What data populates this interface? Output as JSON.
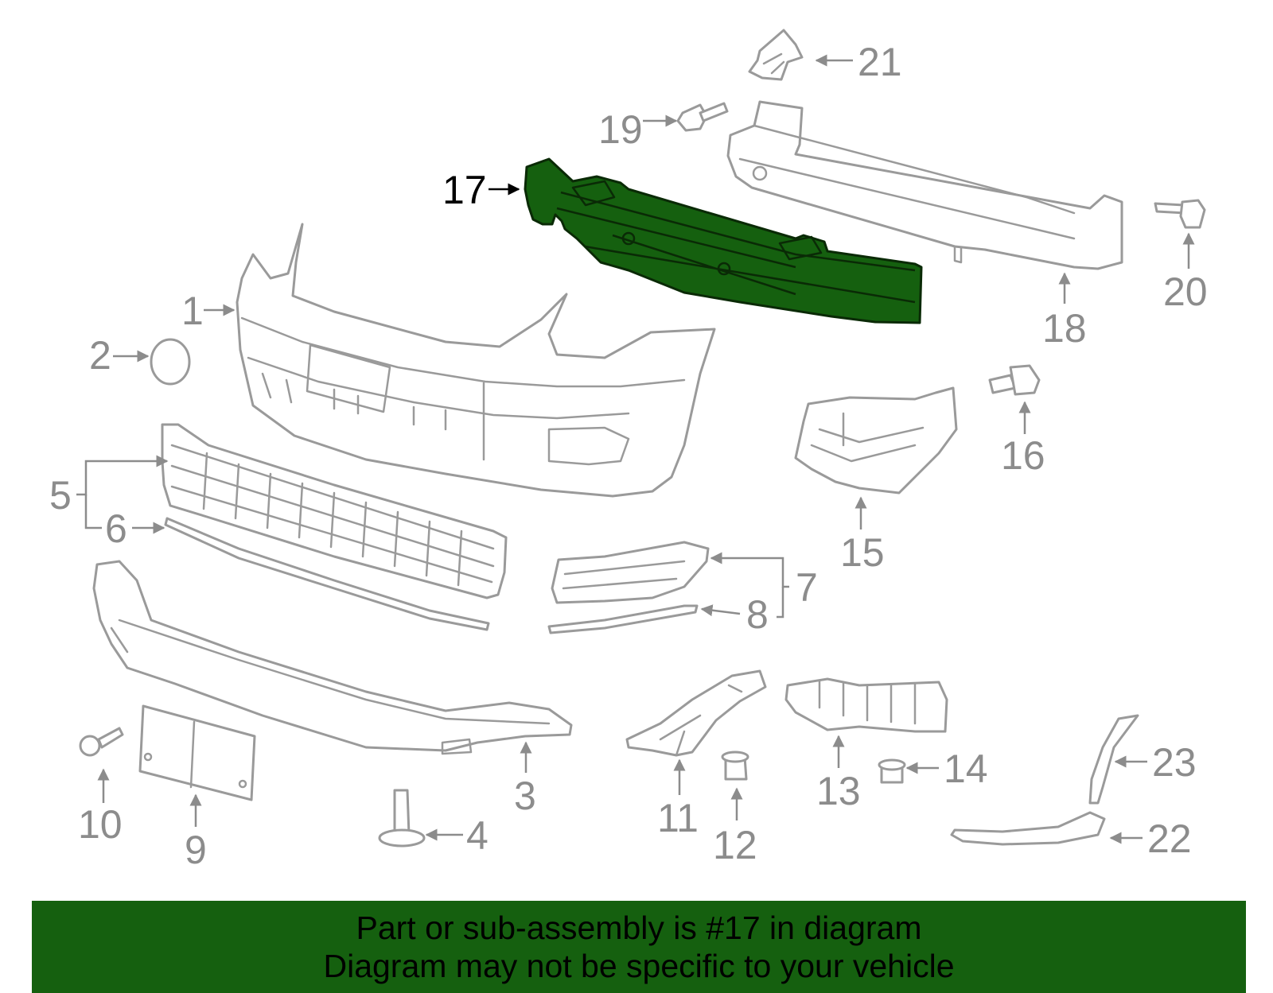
{
  "diagram": {
    "highlighted_part": "17",
    "callouts": [
      "1",
      "2",
      "3",
      "4",
      "5",
      "6",
      "7",
      "8",
      "9",
      "10",
      "11",
      "12",
      "13",
      "14",
      "15",
      "16",
      "17",
      "18",
      "19",
      "20",
      "21",
      "22",
      "23"
    ],
    "colors": {
      "highlight": "#15600f",
      "line": "#9a9a9a",
      "text": "#8c8c8c"
    }
  },
  "banner": {
    "line1": "Part or sub-assembly is #17 in diagram",
    "line2": "Diagram may not be specific to your vehicle"
  }
}
